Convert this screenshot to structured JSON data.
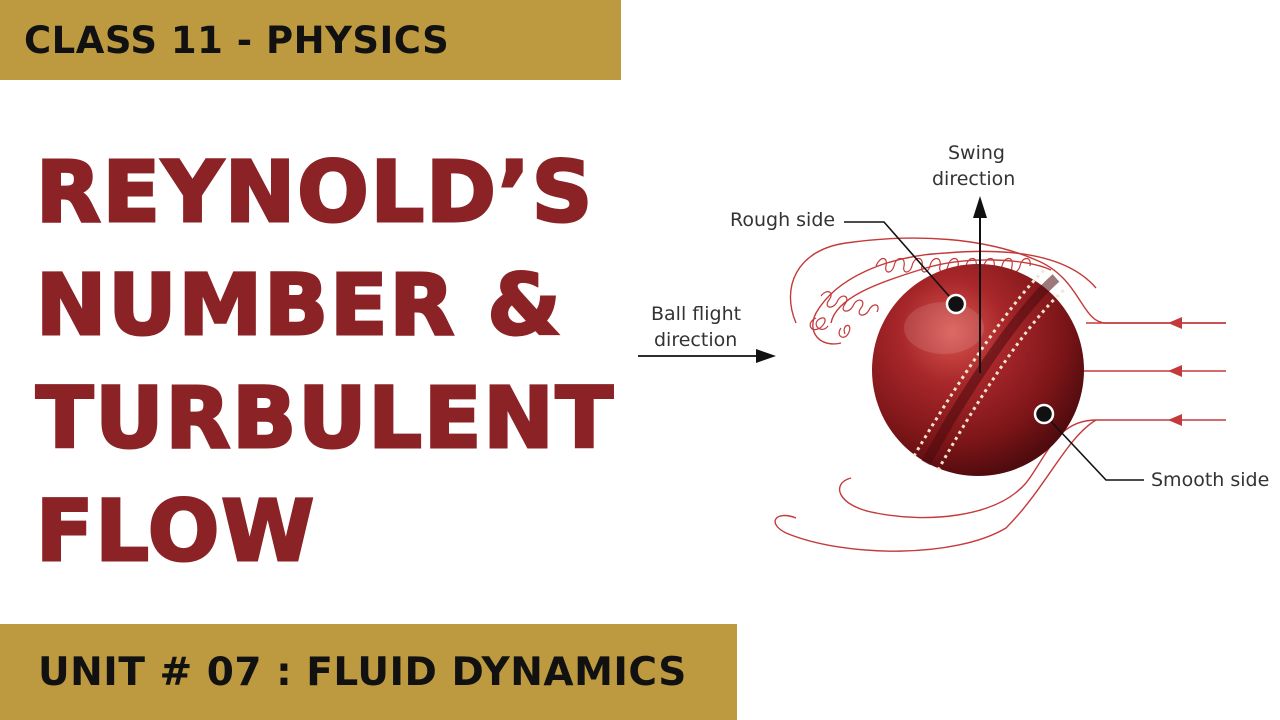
{
  "header": {
    "class_label": "CLASS 11 - PHYSICS"
  },
  "title": {
    "lines": [
      "REYNOLD’S",
      "NUMBER &",
      "TURBULENT",
      "FLOW"
    ]
  },
  "diagram": {
    "labels": {
      "swing_line1": "Swing",
      "swing_line2": "direction",
      "rough_side": "Rough side",
      "ball_flight_line1": "Ball flight",
      "ball_flight_line2": "direction",
      "smooth_side": "Smooth side"
    }
  },
  "footer": {
    "unit_label": "UNIT # 07 : FLUID DYNAMICS"
  },
  "colors": {
    "band": "#bd9940",
    "title": "#8a2226",
    "ball": "#8b1a1e",
    "flow_lines": "#c43a3a"
  }
}
